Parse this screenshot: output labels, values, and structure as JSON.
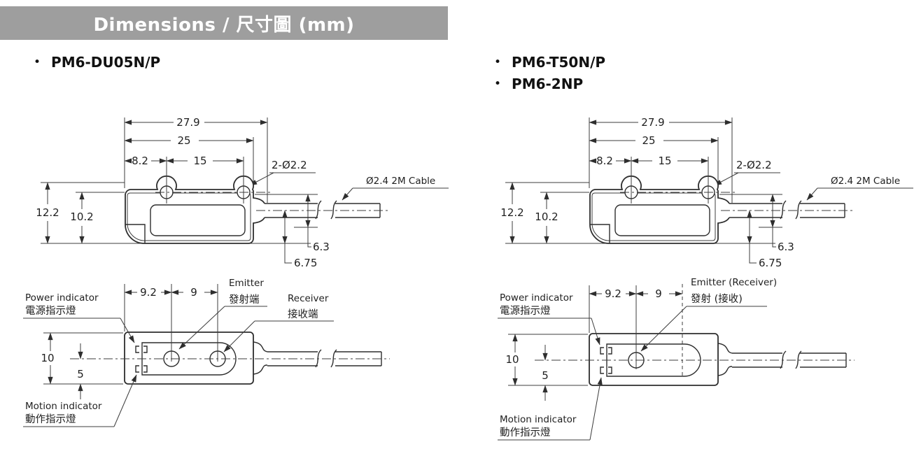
{
  "header": {
    "title": "Dimensions / 尺寸圖 (mm)"
  },
  "bullet_glyph": "•",
  "colors": {
    "banner_bg": "#9e9e9e",
    "banner_text": "#ffffff",
    "line": "#333333",
    "text": "#1a1a1a"
  },
  "panels": [
    {
      "models": [
        "PM6-DU05N/P"
      ],
      "top": {
        "w_total": "27.9",
        "w_body": "25",
        "hole_offset": "8.2",
        "hole_pitch": "15",
        "holes": "2-Ø2.2",
        "cable": "Ø2.4 2M Cable",
        "h_total": "12.2",
        "h_body": "10.2",
        "cable_dim1": "6.3",
        "cable_dim2": "6.75"
      },
      "bottom": {
        "led_offset": "9.2",
        "lens_pitch": "9",
        "height": "10",
        "axis": "5",
        "power_en": "Power indicator",
        "power_zh": "電源指示燈",
        "emitter_en": "Emitter",
        "emitter_zh": "發射端",
        "receiver_en": "Receiver",
        "receiver_zh": "接收端",
        "motion_en": "Motion indicator",
        "motion_zh": "動作指示燈"
      }
    },
    {
      "models": [
        "PM6-T50N/P",
        "PM6-2NP"
      ],
      "top": {
        "w_total": "27.9",
        "w_body": "25",
        "hole_offset": "8.2",
        "hole_pitch": "15",
        "holes": "2-Ø2.2",
        "cable": "Ø2.4 2M Cable",
        "h_total": "12.2",
        "h_body": "10.2",
        "cable_dim1": "6.3",
        "cable_dim2": "6.75"
      },
      "bottom": {
        "led_offset": "9.2",
        "lens_pitch": "9",
        "height": "10",
        "axis": "5",
        "power_en": "Power indicator",
        "power_zh": "電源指示燈",
        "emitter_en": "Emitter (Receiver)",
        "emitter_zh": "發射 (接收)",
        "motion_en": "Motion indicator",
        "motion_zh": "動作指示燈"
      }
    }
  ]
}
